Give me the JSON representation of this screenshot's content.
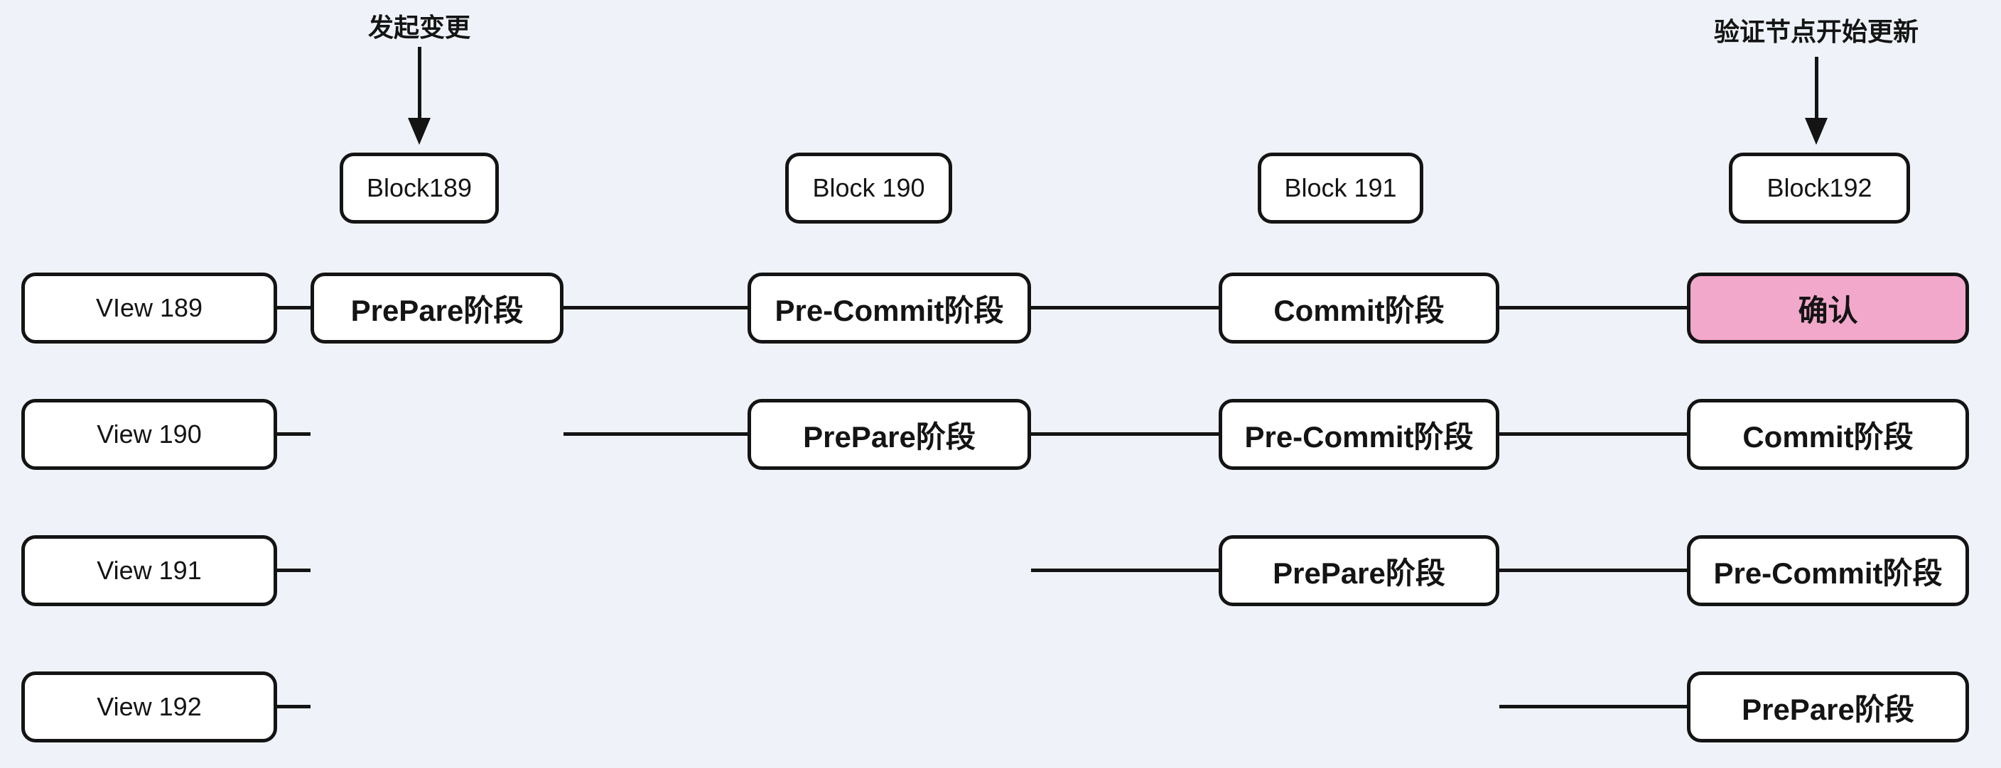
{
  "canvas": {
    "background_color": "#eff3f9",
    "stroke_color": "#141414",
    "node_fill_color": "#ffffff",
    "highlight_fill_color": "#f2a8cb"
  },
  "annotations": [
    {
      "label": "发起变更",
      "target_block": "Block189"
    },
    {
      "label": "验证节点开始更新",
      "target_block": "Block192"
    }
  ],
  "blocks": [
    {
      "label": "Block189"
    },
    {
      "label": "Block 190"
    },
    {
      "label": "Block 191"
    },
    {
      "label": "Block192"
    }
  ],
  "rows": [
    {
      "view_label": "VIew 189",
      "phases": [
        {
          "label": "PrePare阶段",
          "highlight": false
        },
        {
          "label": "Pre-Commit阶段",
          "highlight": false
        },
        {
          "label": "Commit阶段",
          "highlight": false
        },
        {
          "label": "确认",
          "highlight": true
        }
      ]
    },
    {
      "view_label": "View 190",
      "phases": [
        {
          "label": "PrePare阶段",
          "highlight": false
        },
        {
          "label": "Pre-Commit阶段",
          "highlight": false
        },
        {
          "label": "Commit阶段",
          "highlight": false
        }
      ]
    },
    {
      "view_label": "View 191",
      "phases": [
        {
          "label": "PrePare阶段",
          "highlight": false
        },
        {
          "label": "Pre-Commit阶段",
          "highlight": false
        }
      ]
    },
    {
      "view_label": "View 192",
      "phases": [
        {
          "label": "PrePare阶段",
          "highlight": false
        }
      ]
    }
  ]
}
